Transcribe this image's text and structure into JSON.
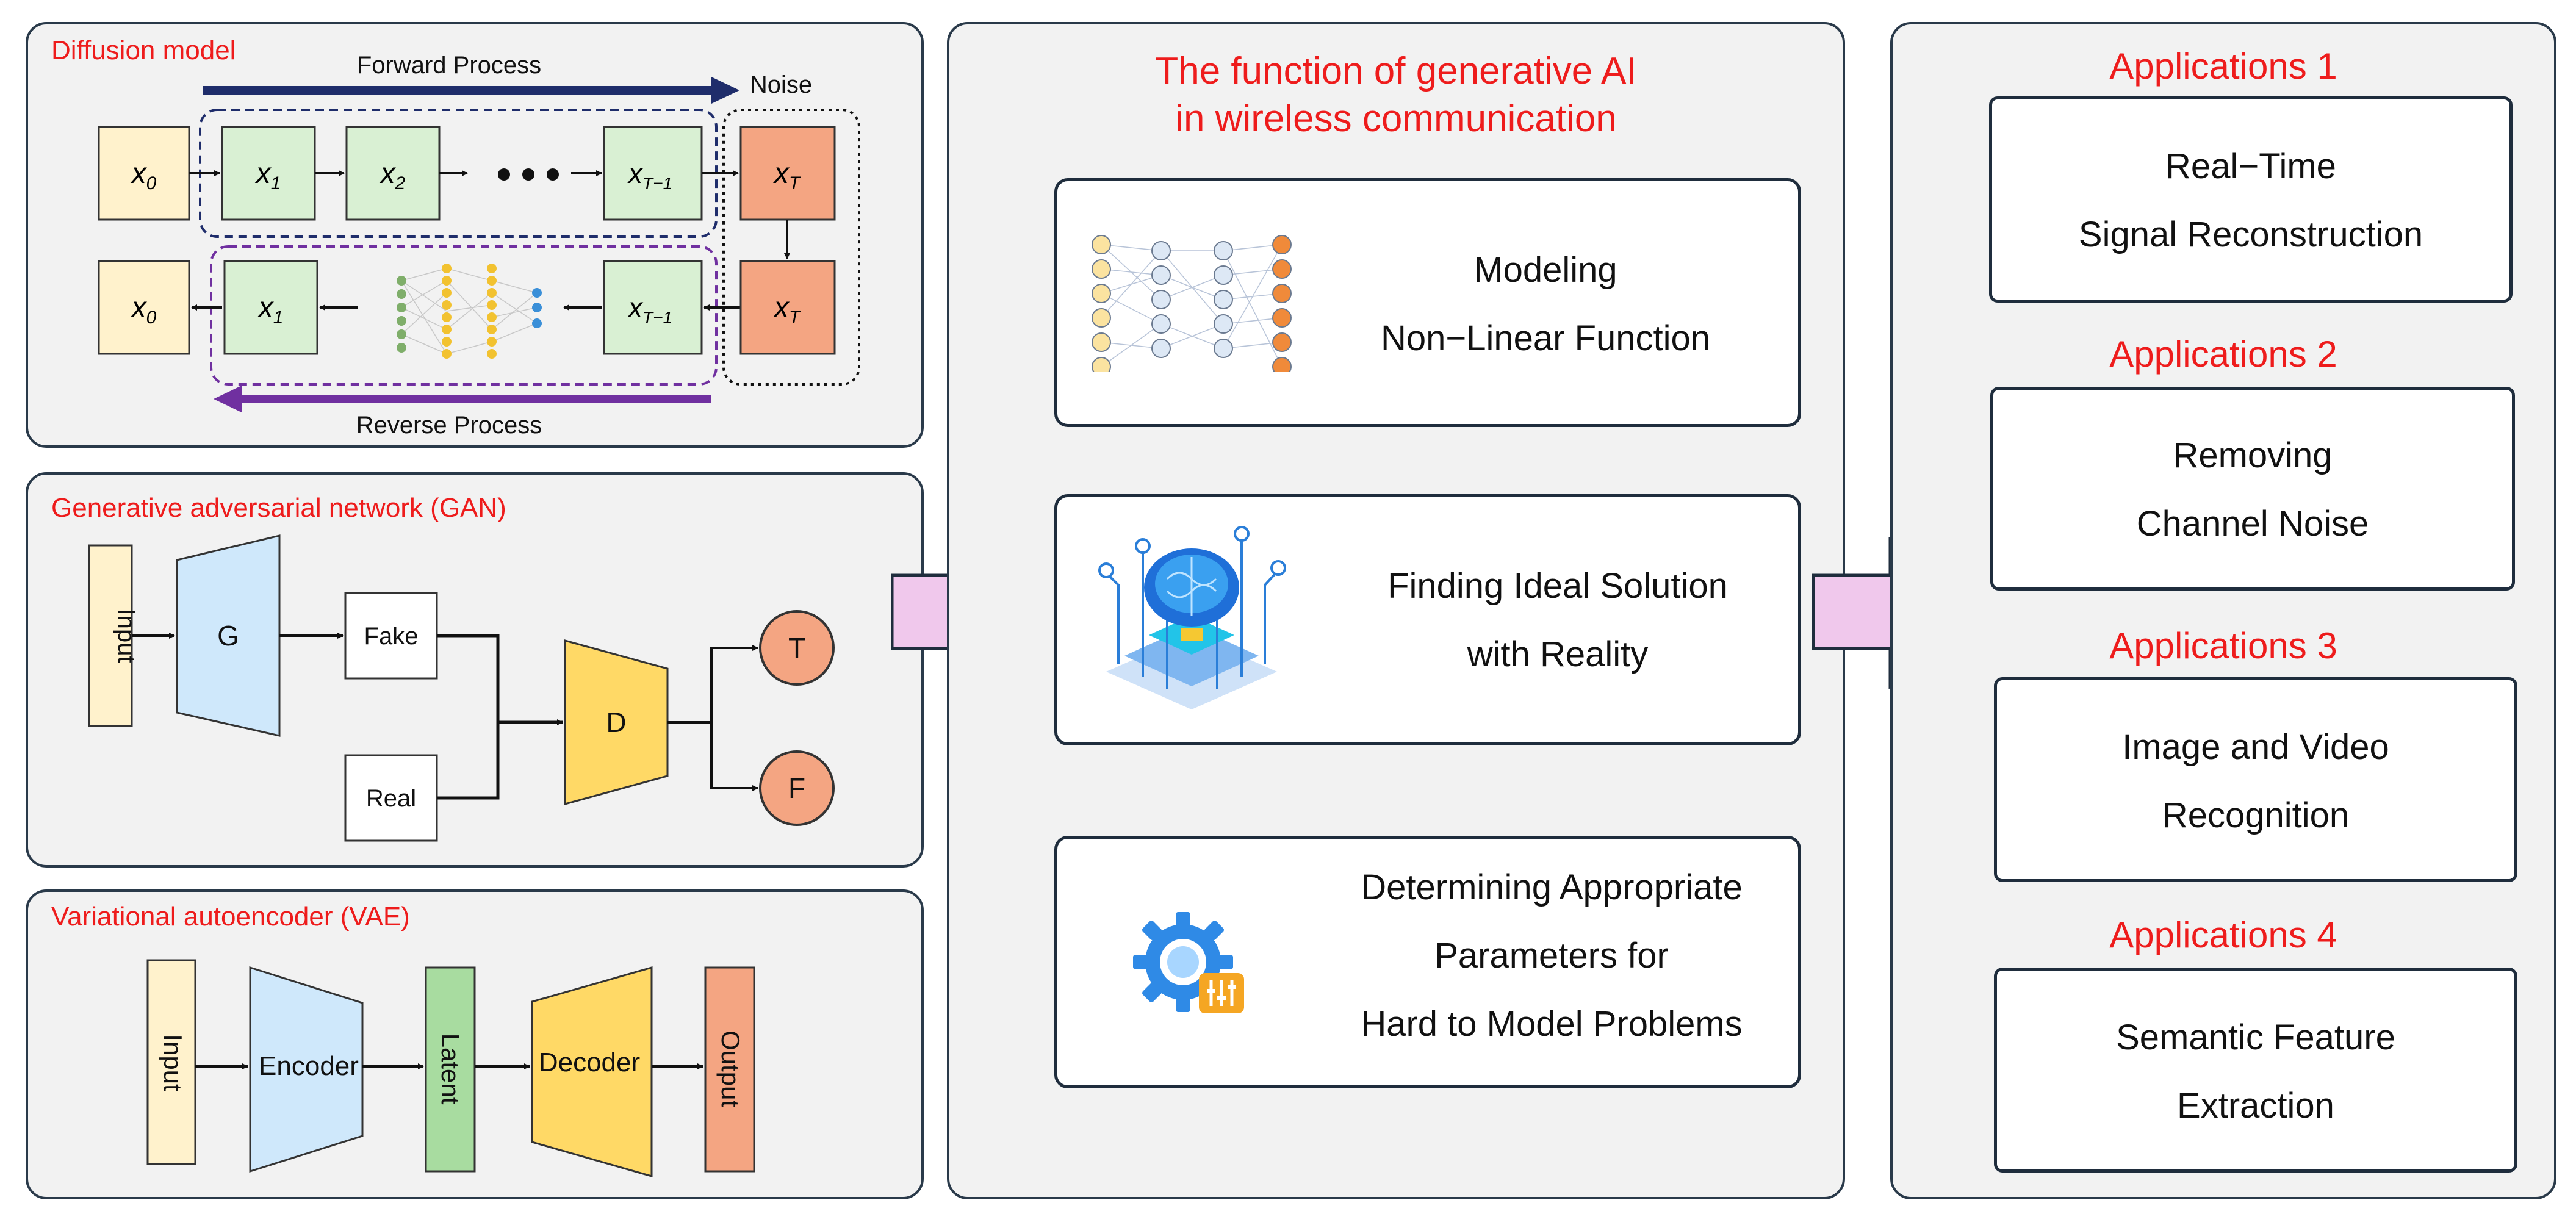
{
  "diffusion": {
    "title": "Diffusion model",
    "forward_label": "Forward Process",
    "reverse_label": "Reverse Process",
    "noise_label": "Noise",
    "row1": [
      "x0",
      "x1",
      "x2",
      "xT-1",
      "xT"
    ],
    "row2": [
      "x0",
      "x1",
      "xT-1",
      "xT"
    ],
    "colors": {
      "x0": "#fff2cc",
      "xi": "#d9f0d3",
      "xT": "#f4a582",
      "forward_arrow": "#1f2d6b",
      "reverse_arrow": "#7030a0"
    }
  },
  "gan": {
    "title": "Generative adversarial network (GAN)",
    "input": "Input",
    "generator": "G",
    "fake": "Fake",
    "real": "Real",
    "discriminator": "D",
    "true_out": "T",
    "false_out": "F"
  },
  "vae": {
    "title": "Variational autoencoder (VAE)",
    "input": "Input",
    "encoder": "Encoder",
    "latent": "Latent",
    "decoder": "Decoder",
    "output": "Output"
  },
  "functions": {
    "title_line1": "The function of generative AI",
    "title_line2": "in wireless communication",
    "items": [
      {
        "line1": "Modeling",
        "line2": "Non−Linear Function",
        "icon": "neural-network-icon"
      },
      {
        "line1": "Finding Ideal Solution",
        "line2": "with Reality",
        "icon": "ai-brain-chip-icon"
      },
      {
        "line1": "Determining Appropriate",
        "line2": "Parameters for",
        "line3": "Hard to Model Problems",
        "icon": "gear-settings-icon"
      }
    ]
  },
  "applications": [
    {
      "title": "Applications 1",
      "line1": "Real−Time",
      "line2": "Signal Reconstruction"
    },
    {
      "title": "Applications 2",
      "line1": "Removing",
      "line2": "Channel Noise"
    },
    {
      "title": "Applications 3",
      "line1": "Image and Video",
      "line2": "Recognition"
    },
    {
      "title": "Applications 4",
      "line1": "Semantic Feature",
      "line2": "Extraction"
    }
  ],
  "colors": {
    "accent_red": "#ee1c1c",
    "panel_bg": "#f2f2f2",
    "big_arrow": "#f0c8ec",
    "border": "#1f2d3d"
  }
}
